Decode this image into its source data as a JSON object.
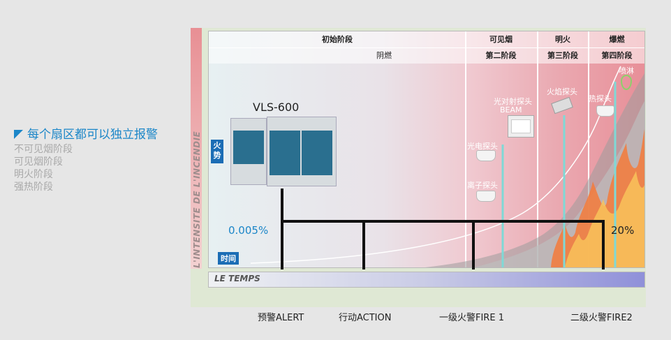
{
  "left": {
    "title": "每个扇区都可以独立报警",
    "stages": [
      "不可见烟阶段",
      "可见烟阶段",
      "明火阶段",
      "强热阶段"
    ]
  },
  "vertical_axis_label": "L'INTENSITE DE L'INCENDIE",
  "fire_tag": "火势",
  "time_tag": "时间",
  "header": {
    "row1": [
      "初始阶段",
      "可见烟",
      "明火",
      "爆燃"
    ],
    "row2": [
      "阴燃",
      "第二阶段",
      "第三阶段",
      "第四阶段"
    ]
  },
  "device_name": "VLS-600",
  "detectors": {
    "sprinkler": "喷淋",
    "beam": [
      "光对射探头",
      "BEAM"
    ],
    "flame": "火焰探头",
    "heat": "热探头",
    "photoelectric": "光电探头",
    "ion": "离子探头"
  },
  "sensitivity_low": "0.005%",
  "sensitivity_high": "20%",
  "time_axis_label": "LE TEMPS",
  "alarm_levels": [
    "预警ALERT",
    "行动ACTION",
    "一级火警FIRE 1",
    "二级火警FIRE2"
  ],
  "colors": {
    "accent": "#1b86c8",
    "tag": "#1b6db5",
    "threshold": "#7fd9d6"
  }
}
